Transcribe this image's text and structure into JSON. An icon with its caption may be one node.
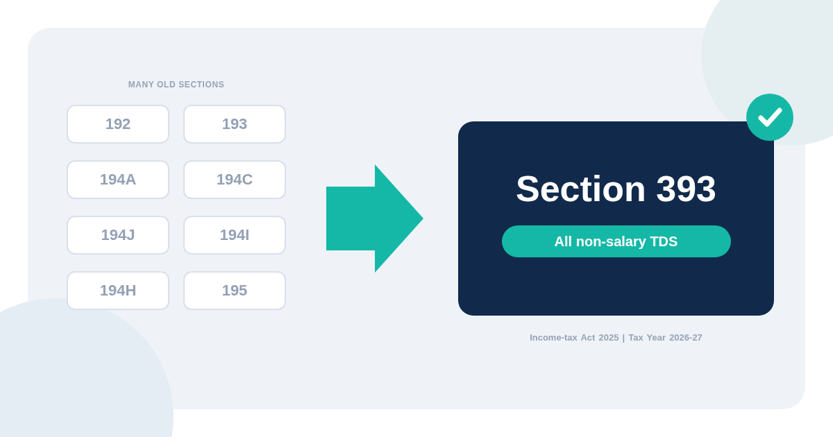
{
  "diagram": {
    "nodes": [
      {
        "text": [
          "MANY OLD SECTIONS"
        ]
      },
      {
        "text": [
          "192"
        ],
        "in": 0
      },
      {
        "text": [
          "193"
        ],
        "in": 0
      },
      {
        "text": [
          "194A"
        ],
        "in": 0
      },
      {
        "text": [
          "194C"
        ],
        "in": 0
      },
      {
        "text": [
          "194J"
        ],
        "in": 0
      },
      {
        "text": [
          "194I"
        ],
        "in": 0
      },
      {
        "text": [
          "194H"
        ],
        "in": 0
      },
      {
        "text": [
          "195"
        ],
        "in": 0
      },
      {
        "text": [
          "Section 393"
        ]
      },
      {
        "text": [
          "All non-salary TDS"
        ],
        "in": 9
      }
    ],
    "edges": [
      {
        "from": 0,
        "to": 9,
        "arrow": "to"
      }
    ],
    "labels": [
      "Income-tax Act 2025 | Tax Year 2026-27"
    ]
  }
}
